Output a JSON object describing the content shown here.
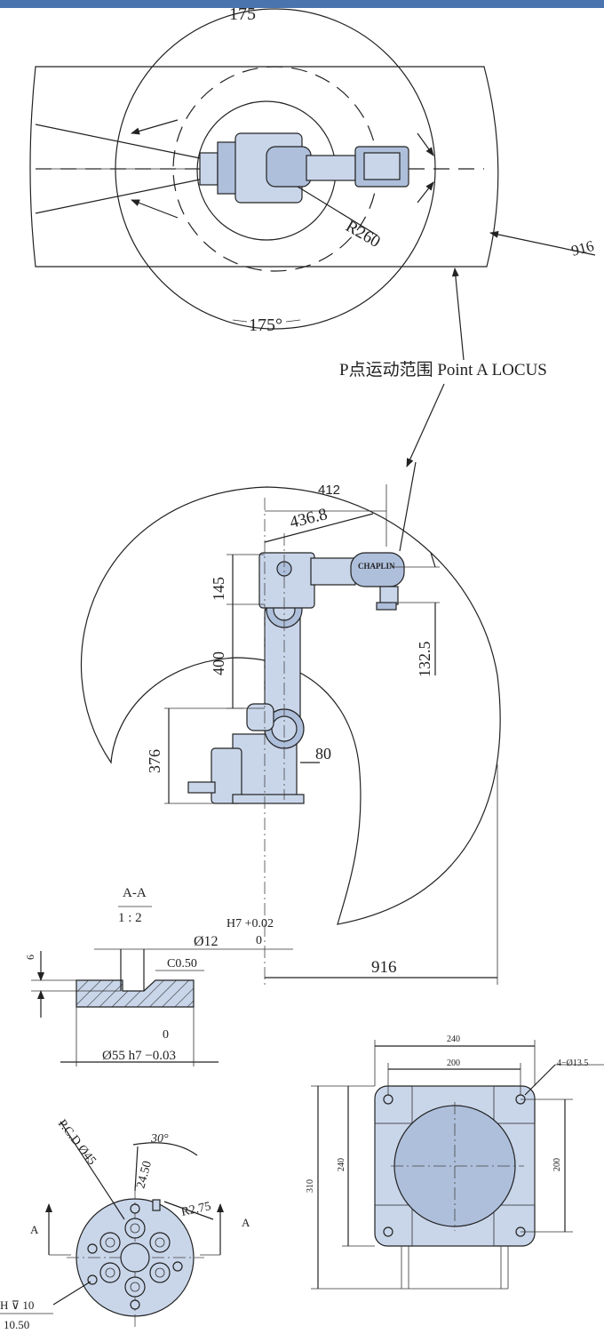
{
  "labels": {
    "top_angle": "175",
    "bottom_angle": "175°",
    "radius": "R260",
    "reach_top": "916",
    "locus": "P点运动范围 Point A LOCUS",
    "d412": "412",
    "d436": "436.8",
    "d145": "145",
    "d400": "400",
    "d376": "376",
    "d80": "80",
    "d132": "132.5",
    "reach_side": "916",
    "brand": "CHAPLIN",
    "section_title": "A-A",
    "section_scale": "1 : 2",
    "hole_dia": "Ø12",
    "hole_tol_upper": "H7 +0.02",
    "hole_tol_lower": "0",
    "chamfer": "C0.50",
    "depth": "6",
    "shaft_tol_upper": "0",
    "shaft_dia": "Ø55 h7 −0.03",
    "pcd": "P.C.D Ø45",
    "angle30": "30°",
    "d24": "24.50",
    "r275": "R2.75",
    "sectionA_left": "A",
    "sectionA_right": "A",
    "hole_depth": "H ⊽ 10",
    "d1050": "10.50",
    "base_w_outer": "240",
    "base_w_inner": "200",
    "bolt_holes": "4−Ø13.5",
    "base_h_total": "310",
    "base_h_outer": "240",
    "base_h_inner": "200"
  },
  "colors": {
    "topbar": "#4a74ad",
    "part_fill": "#c9d6ea"
  }
}
